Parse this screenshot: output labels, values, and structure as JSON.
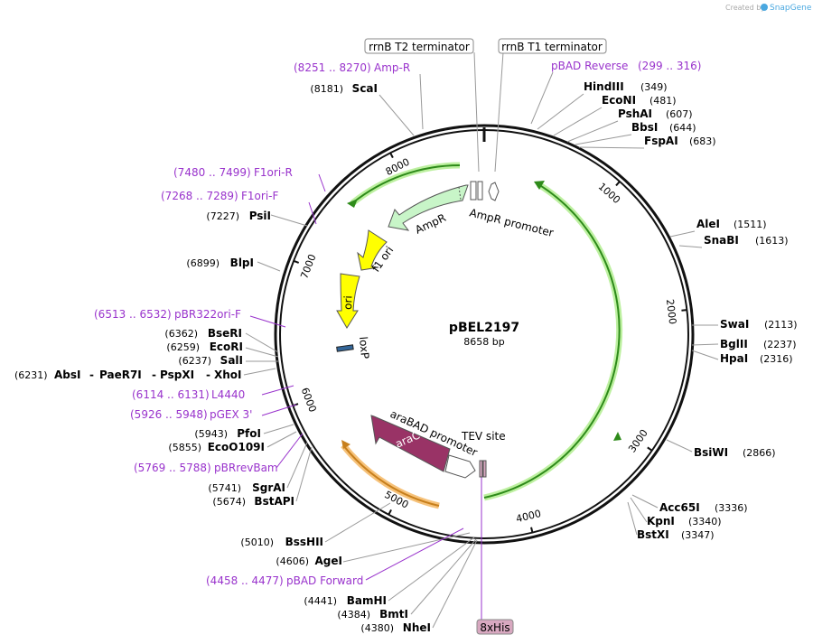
{
  "header": {
    "credit": "Created by",
    "brand": "SnapGene"
  },
  "plasmid": {
    "name": "pBEL2197",
    "size_label": "8658 bp",
    "length": 8658
  },
  "colors": {
    "primer": "#9933cc",
    "amp": "#c8f5c8",
    "f1": "#ffff00",
    "ori": "#ffff00",
    "arac": "#993366",
    "loxp": "#336699",
    "arrow_green": "#2e8b1a",
    "arrow_orange": "#e8a53c",
    "his": "#d8a8c0"
  },
  "ticks": [
    {
      "pos": 1000,
      "label": "1000"
    },
    {
      "pos": 2000,
      "label": "2000"
    },
    {
      "pos": 3000,
      "label": "3000"
    },
    {
      "pos": 4000,
      "label": "4000"
    },
    {
      "pos": 5000,
      "label": "5000"
    },
    {
      "pos": 6000,
      "label": "6000"
    },
    {
      "pos": 7000,
      "label": "7000"
    },
    {
      "pos": 8000,
      "label": "8000"
    }
  ],
  "enzymes_right": [
    {
      "name": "HindIII",
      "pos": "(349)"
    },
    {
      "name": "EcoNI",
      "pos": "(481)"
    },
    {
      "name": "PshAI",
      "pos": "(607)"
    },
    {
      "name": "BbsI",
      "pos": "(644)"
    },
    {
      "name": "FspAI",
      "pos": "(683)"
    },
    {
      "name": "AleI",
      "pos": "(1511)"
    },
    {
      "name": "SnaBI",
      "pos": "(1613)"
    },
    {
      "name": "SwaI",
      "pos": "(2113)"
    },
    {
      "name": "BglII",
      "pos": "(2237)"
    },
    {
      "name": "HpaI",
      "pos": "(2316)"
    },
    {
      "name": "BsiWI",
      "pos": "(2866)"
    },
    {
      "name": "Acc65I",
      "pos": "(3336)"
    },
    {
      "name": "KpnI",
      "pos": "(3340)"
    },
    {
      "name": "BstXI",
      "pos": "(3347)"
    }
  ],
  "enzymes_left": [
    {
      "name": "ScaI",
      "pos": "(8181)"
    },
    {
      "name": "PsiI",
      "pos": "(7227)"
    },
    {
      "name": "BlpI",
      "pos": "(6899)"
    },
    {
      "name": "BseRI",
      "pos": "(6362)"
    },
    {
      "name": "EcoRI",
      "pos": "(6259)"
    },
    {
      "name": "SalI",
      "pos": "(6237)"
    },
    {
      "name": "PfoI",
      "pos": "(5943)"
    },
    {
      "name": "EcoO109I",
      "pos": "(5855)"
    },
    {
      "name": "SgrAI",
      "pos": "(5741)"
    },
    {
      "name": "BstAPI",
      "pos": "(5674)"
    },
    {
      "name": "BssHII",
      "pos": "(5010)"
    },
    {
      "name": "AgeI",
      "pos": "(4606)"
    },
    {
      "name": "BamHI",
      "pos": "(4441)"
    },
    {
      "name": "BmtI",
      "pos": "(4384)"
    },
    {
      "name": "NheI",
      "pos": "(4380)"
    }
  ],
  "multi_site": {
    "pos": "(6231)",
    "names": [
      "AbsI",
      "PaeR7I",
      "PspXI",
      "XhoI"
    ],
    "sep": "-"
  },
  "primers": [
    {
      "range": "(8251 .. 8270)",
      "name": "Amp-R"
    },
    {
      "range": "(299 .. 316)",
      "name": "pBAD Reverse"
    },
    {
      "range": "(7480 .. 7499)",
      "name": "F1ori-R"
    },
    {
      "range": "(7268 .. 7289)",
      "name": "F1ori-F"
    },
    {
      "range": "(6513 .. 6532)",
      "name": "pBR322ori-F"
    },
    {
      "range": "(6114 .. 6131)",
      "name": "L4440"
    },
    {
      "range": "(5926 .. 5948)",
      "name": "pGEX 3'"
    },
    {
      "range": "(5769 .. 5788)",
      "name": "pBRrevBam"
    },
    {
      "range": "(4458 .. 4477)",
      "name": "pBAD Forward"
    }
  ],
  "boxed_features": [
    {
      "label": "rrnB T2 terminator"
    },
    {
      "label": "rrnB T1 terminator"
    },
    {
      "label": "8xHis"
    }
  ],
  "features": [
    {
      "label": "AmpR promoter"
    },
    {
      "label": "AmpR"
    },
    {
      "label": "f1 ori"
    },
    {
      "label": "ori"
    },
    {
      "label": "loxP"
    },
    {
      "label": "araBAD promoter"
    },
    {
      "label": "araC"
    },
    {
      "label": "TEV site"
    }
  ]
}
